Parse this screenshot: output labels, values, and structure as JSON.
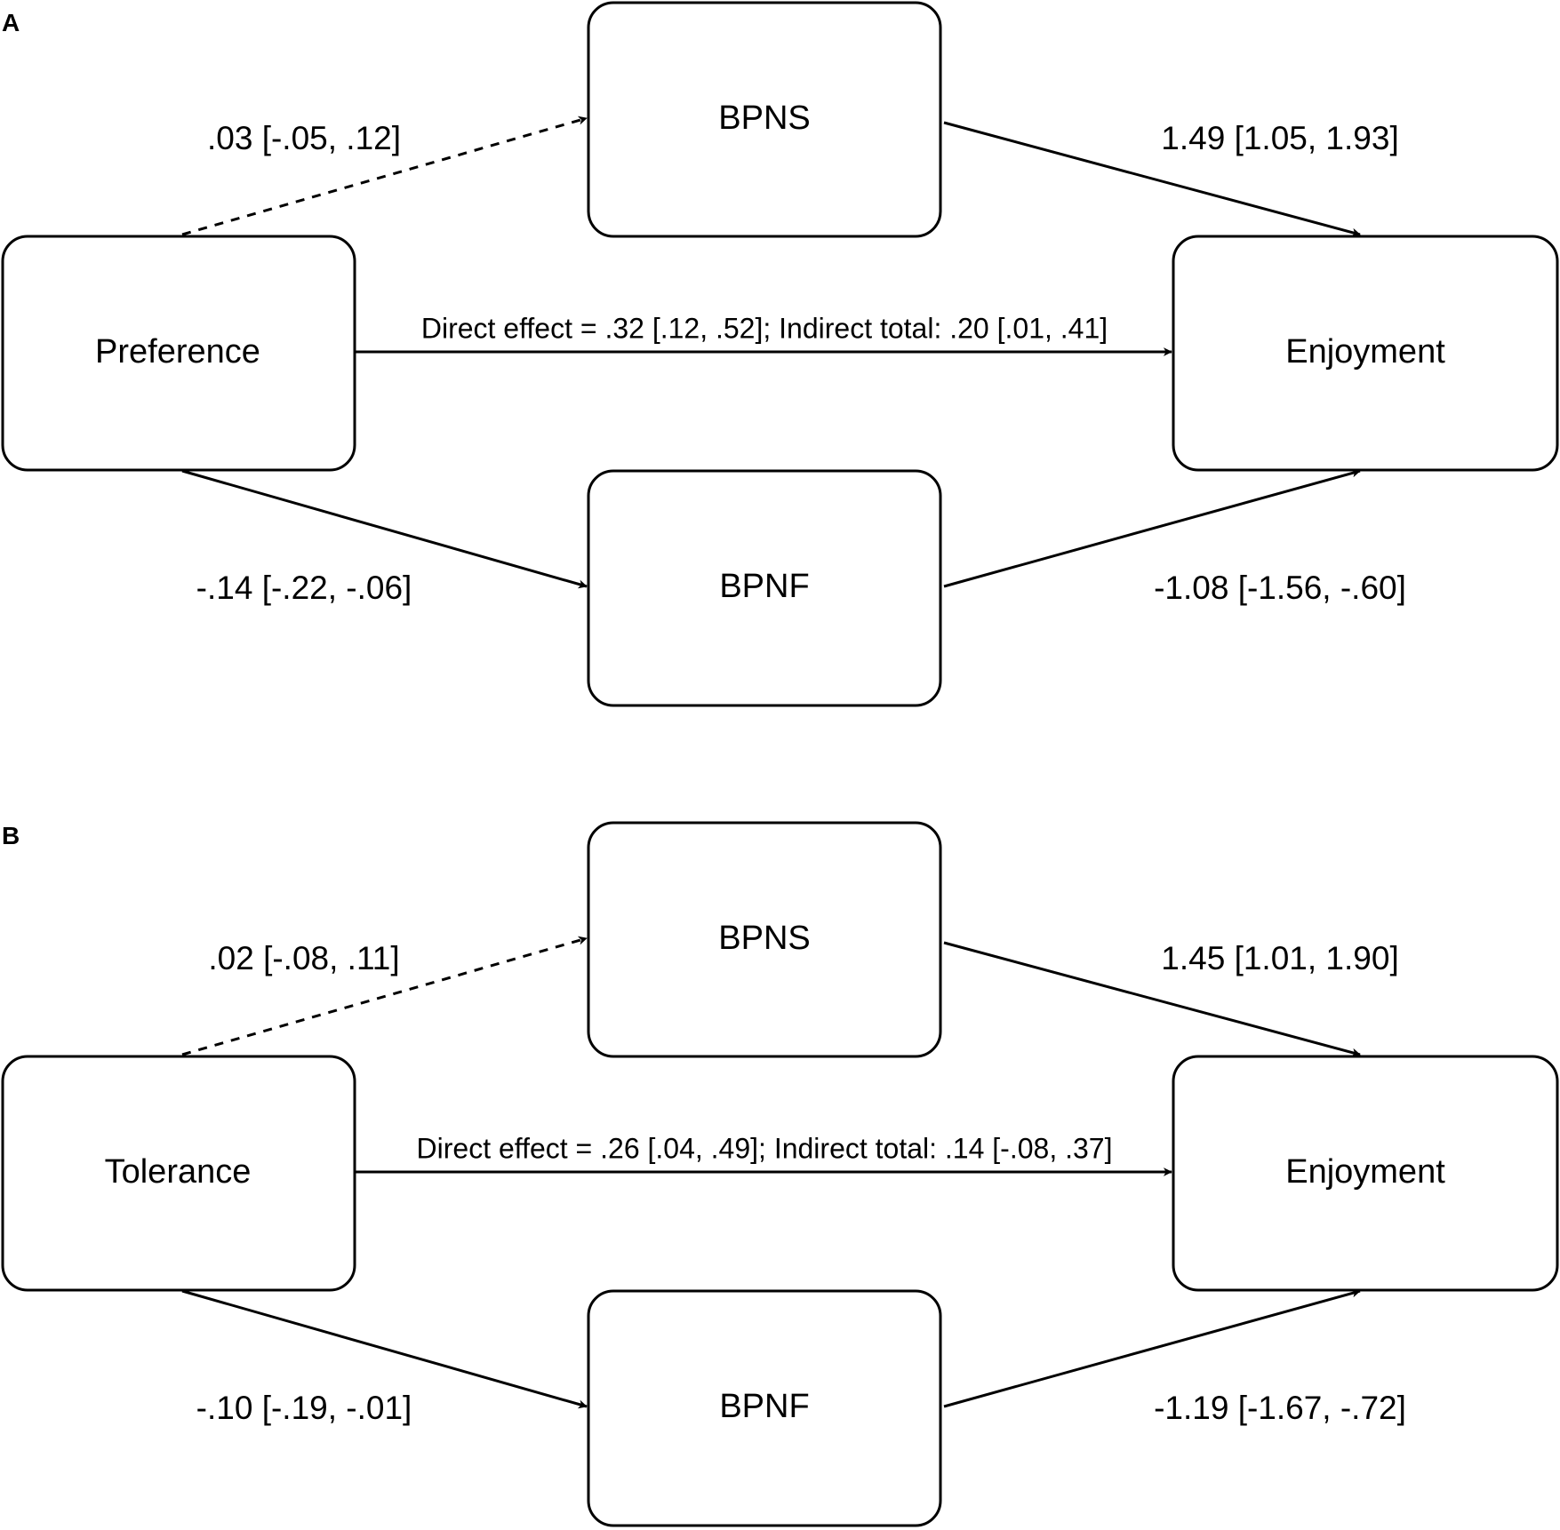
{
  "panels": [
    {
      "letter": "A",
      "predictor": "Preference",
      "mediator_top": "BPNS",
      "mediator_bottom": "BPNF",
      "outcome": "Enjoyment",
      "paths": {
        "predictor_to_top": {
          "label": ".03 [-.05, .12]",
          "significant": false
        },
        "top_to_outcome": {
          "label": "1.49 [1.05, 1.93]",
          "significant": true
        },
        "predictor_to_bottom": {
          "label": "-.14 [-.22, -.06]",
          "significant": true
        },
        "bottom_to_outcome": {
          "label": "-1.08 [-1.56, -.60]",
          "significant": true
        },
        "direct": {
          "label": "Direct effect = .32 [.12, .52]; Indirect total: .20 [.01, .41]",
          "significant": true
        }
      }
    },
    {
      "letter": "B",
      "predictor": "Tolerance",
      "mediator_top": "BPNS",
      "mediator_bottom": "BPNF",
      "outcome": "Enjoyment",
      "paths": {
        "predictor_to_top": {
          "label": ".02 [-.08, .11]",
          "significant": false
        },
        "top_to_outcome": {
          "label": "1.45 [1.01, 1.90]",
          "significant": true
        },
        "predictor_to_bottom": {
          "label": "-.10 [-.19, -.01]",
          "significant": true
        },
        "bottom_to_outcome": {
          "label": "-1.19 [-1.67, -.72]",
          "significant": true
        },
        "direct": {
          "label": "Direct effect = .26 [.04, .49]; Indirect total: .14 [-.08, .37]",
          "significant": true
        }
      }
    }
  ],
  "colors": {
    "line": "#000000",
    "background": "#ffffff"
  }
}
